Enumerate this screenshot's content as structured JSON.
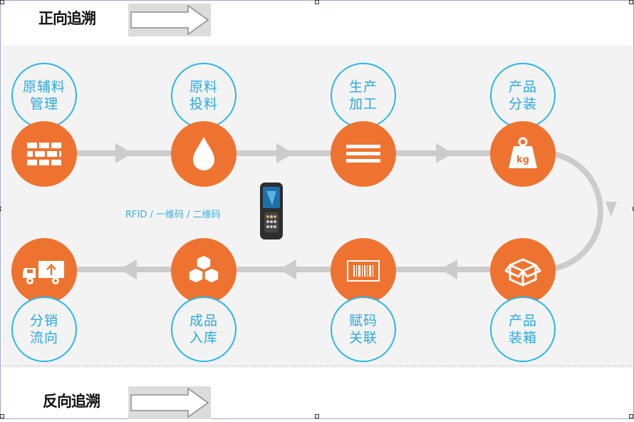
{
  "forward_label": "正向追溯",
  "reverse_label": "反向追溯",
  "rfid_label": "RFID / 一维码 / 二维码",
  "colors": {
    "accent": "#ee7330",
    "ring": "#29b6e8",
    "text_blue": "#29a9e1",
    "track": "#cccccc",
    "band": "#f3f3f3"
  },
  "steps_top": [
    {
      "line1": "原辅料",
      "line2": "管理",
      "icon": "brick-grid-icon"
    },
    {
      "line1": "原料",
      "line2": "投料",
      "icon": "drop-icon"
    },
    {
      "line1": "生产",
      "line2": "加工",
      "icon": "lines-icon"
    },
    {
      "line1": "产品",
      "line2": "分装",
      "icon": "kg-weight-icon"
    }
  ],
  "steps_bottom": [
    {
      "line1": "分销",
      "line2": "流向",
      "icon": "delivery-truck-icon"
    },
    {
      "line1": "成品",
      "line2": "入库",
      "icon": "stacked-boxes-icon"
    },
    {
      "line1": "赋码",
      "line2": "关联",
      "icon": "barcode-icon"
    },
    {
      "line1": "产品",
      "line2": "装箱",
      "icon": "open-box-icon"
    }
  ]
}
